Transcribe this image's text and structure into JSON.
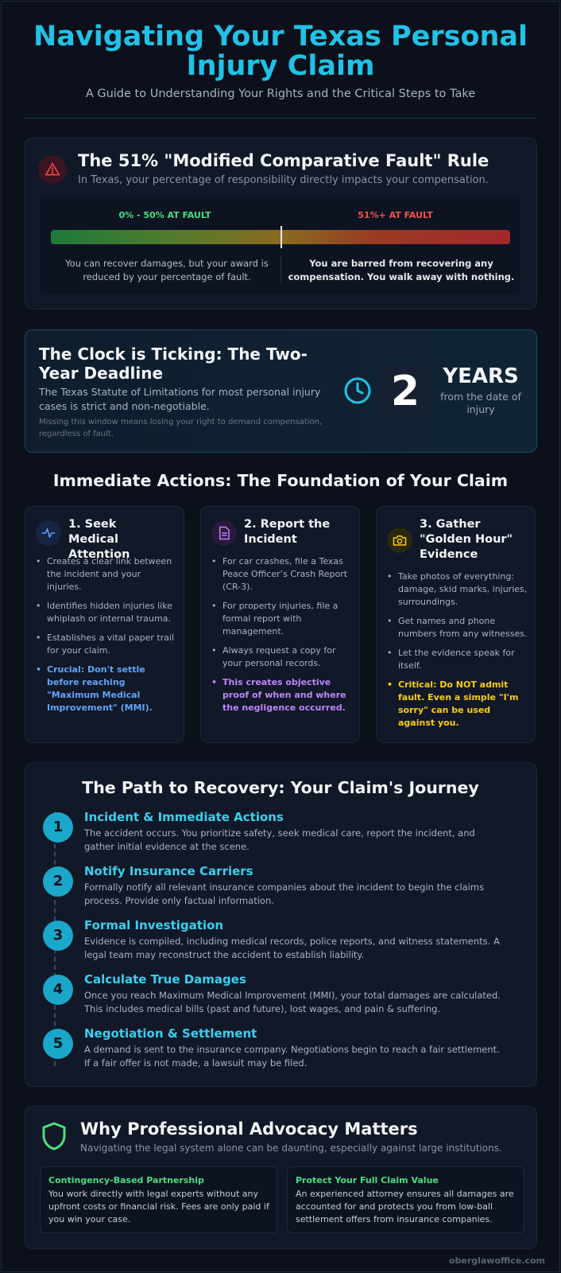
{
  "header": {
    "title": "Navigating Your Texas Personal Injury Claim",
    "subtitle": "A Guide to Understanding Your Rights and the Critical Steps to Take"
  },
  "fault_rule": {
    "title": "The 51% \"Modified Comparative Fault\" Rule",
    "subtitle": "In Texas, your percentage of responsibility directly impacts your compensation.",
    "left_label": "0% - 50% AT FAULT",
    "right_label": "51%+ AT FAULT",
    "threshold_percent": 50,
    "left_text": "You can recover damages, but your award is reduced by your percentage of fault.",
    "right_text": "You are barred from recovering any compensation. You walk away with nothing.",
    "icon": "warning-icon",
    "colors": {
      "green": "#4ade80",
      "red": "#ef5350"
    }
  },
  "deadline": {
    "title": "The Clock is Ticking: The Two-Year Deadline",
    "text": "The Texas Statute of Limitations for most personal injury cases is strict and non-negotiable.",
    "small": "Missing this window means losing your right to demand compensation, regardless of fault.",
    "number": "2",
    "unit": "YEARS",
    "unit_sub": "from the date of injury",
    "icon": "clock-icon"
  },
  "actions": {
    "title": "Immediate Actions: The Foundation of Your Claim",
    "cards": [
      {
        "title": "1. Seek Medical Attention",
        "icon": "pulse-icon",
        "color": "#60a5fa",
        "items": [
          "Creates a clear link between the incident and your injuries.",
          "Identifies hidden injuries like whiplash or internal trauma.",
          "Establishes a vital paper trail for your claim."
        ],
        "highlight": "Crucial: Don't settle before reaching \"Maximum Medical Improvement\" (MMI)."
      },
      {
        "title": "2. Report the Incident",
        "icon": "document-icon",
        "color": "#c084fc",
        "items": [
          "For car crashes, file a Texas Peace Officer’s Crash Report (CR-3).",
          "For property injuries, file a formal report with management.",
          "Always request a copy for your personal records."
        ],
        "highlight": "This creates objective proof of when and where the negligence occurred."
      },
      {
        "title": "3. Gather \"Golden Hour\" Evidence",
        "icon": "camera-icon",
        "color": "#facc15",
        "items": [
          "Take photos of everything: damage, skid marks, injuries, surroundings.",
          "Get names and phone numbers from any witnesses.",
          "Let the evidence speak for itself."
        ],
        "highlight": "Critical: Do NOT admit fault. Even a simple \"I'm sorry\" can be used against you."
      }
    ]
  },
  "journey": {
    "title": "The Path to Recovery: Your Claim's Journey",
    "steps": [
      {
        "num": "1",
        "title": "Incident & Immediate Actions",
        "text": "The accident occurs. You prioritize safety, seek medical care, report the incident, and gather initial evidence at the scene."
      },
      {
        "num": "2",
        "title": "Notify Insurance Carriers",
        "text": "Formally notify all relevant insurance companies about the incident to begin the claims process. Provide only factual information."
      },
      {
        "num": "3",
        "title": "Formal Investigation",
        "text": "Evidence is compiled, including medical records, police reports, and witness statements. A legal team may reconstruct the accident to establish liability."
      },
      {
        "num": "4",
        "title": "Calculate True Damages",
        "text": "Once you reach Maximum Medical Improvement (MMI), your total damages are calculated. This includes medical bills (past and future), lost wages, and pain & suffering."
      },
      {
        "num": "5",
        "title": "Negotiation & Settlement",
        "text": "A demand is sent to the insurance company. Negotiations begin to reach a fair settlement. If a fair offer is not made, a lawsuit may be filed."
      }
    ]
  },
  "advocacy": {
    "title": "Why Professional Advocacy Matters",
    "subtitle": "Navigating the legal system alone can be daunting, especially against large institutions.",
    "icon": "shield-icon",
    "boxes": [
      {
        "title": "Contingency-Based Partnership",
        "text": "You work directly with legal experts without any upfront costs or financial risk. Fees are only paid if you win your case."
      },
      {
        "title": "Protect Your Full Claim Value",
        "text": "An experienced attorney ensures all damages are accounted for and protects you from low-ball settlement offers from insurance companies."
      }
    ]
  },
  "footer": {
    "site": "oberglawoffice.com"
  }
}
